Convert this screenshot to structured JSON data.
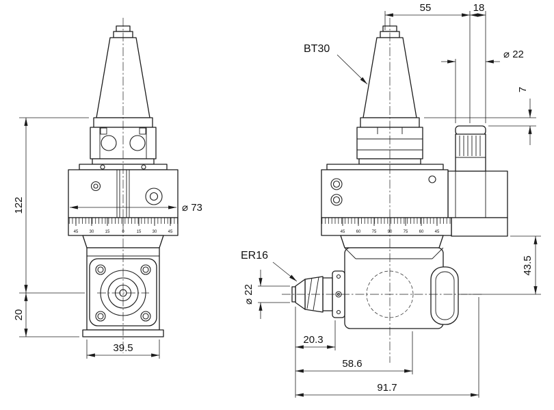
{
  "drawing": {
    "labels": {
      "taper": "BT30",
      "collet": "ER16"
    },
    "dims": {
      "d55": "55",
      "d18": "18",
      "knob_dia": "⌀ 22",
      "d7": "7",
      "height": "122",
      "body_dia": "⌀ 73",
      "nose": "20",
      "width": "39.5",
      "collet_dia": "⌀ 22",
      "l1": "20.3",
      "l2": "58.6",
      "l3": "91.7",
      "h2": "43.5"
    },
    "scale_left": [
      "45",
      "30",
      "15",
      "0",
      "15",
      "30",
      "45"
    ],
    "scale_right": [
      "45",
      "60",
      "75",
      "90",
      "75",
      "60",
      "45"
    ]
  }
}
